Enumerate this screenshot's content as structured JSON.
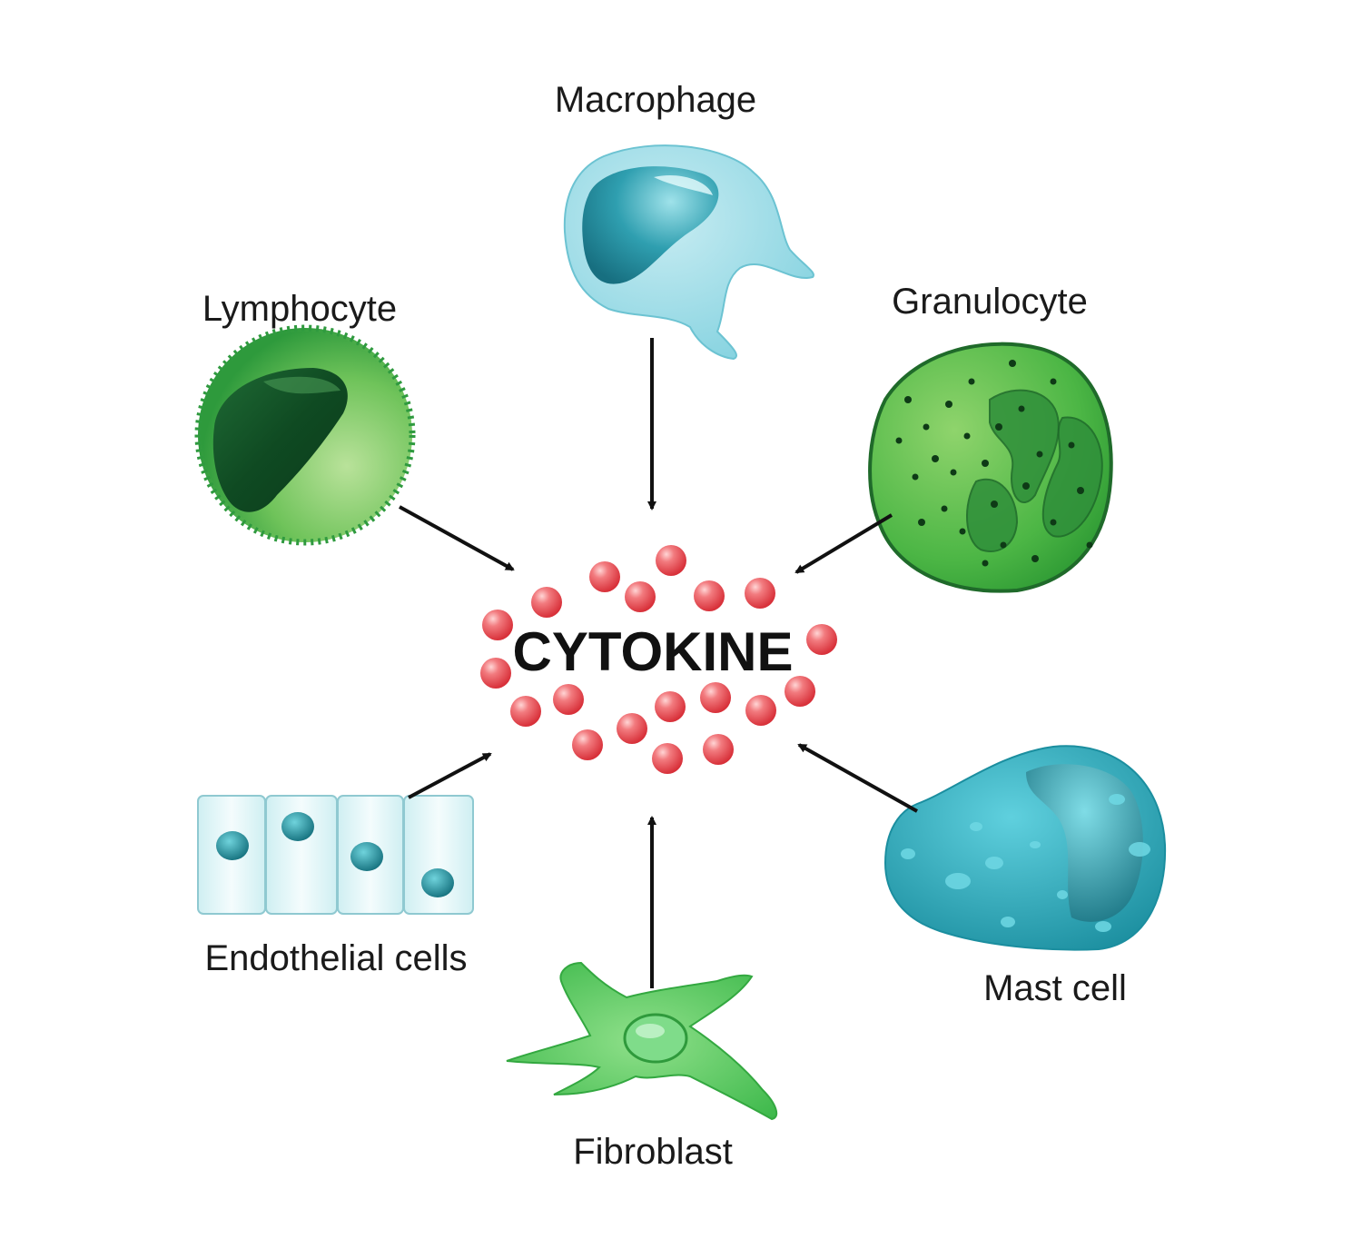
{
  "title": "CYTOKINE",
  "cells": {
    "macrophage": "Macrophage",
    "lymphocyte": "Lymphocyte",
    "granulocyte": "Granulocyte",
    "endothelial": "Endothelial cells",
    "fibroblast": "Fibroblast",
    "mast_cell": "Mast cell"
  },
  "colors": {
    "cytokine": "#e8424b",
    "arrow": "#111111",
    "green_cell": "#3fb34f",
    "teal_cell": "#2aa8b8",
    "light_blue_cell": "#8fd6e0"
  }
}
